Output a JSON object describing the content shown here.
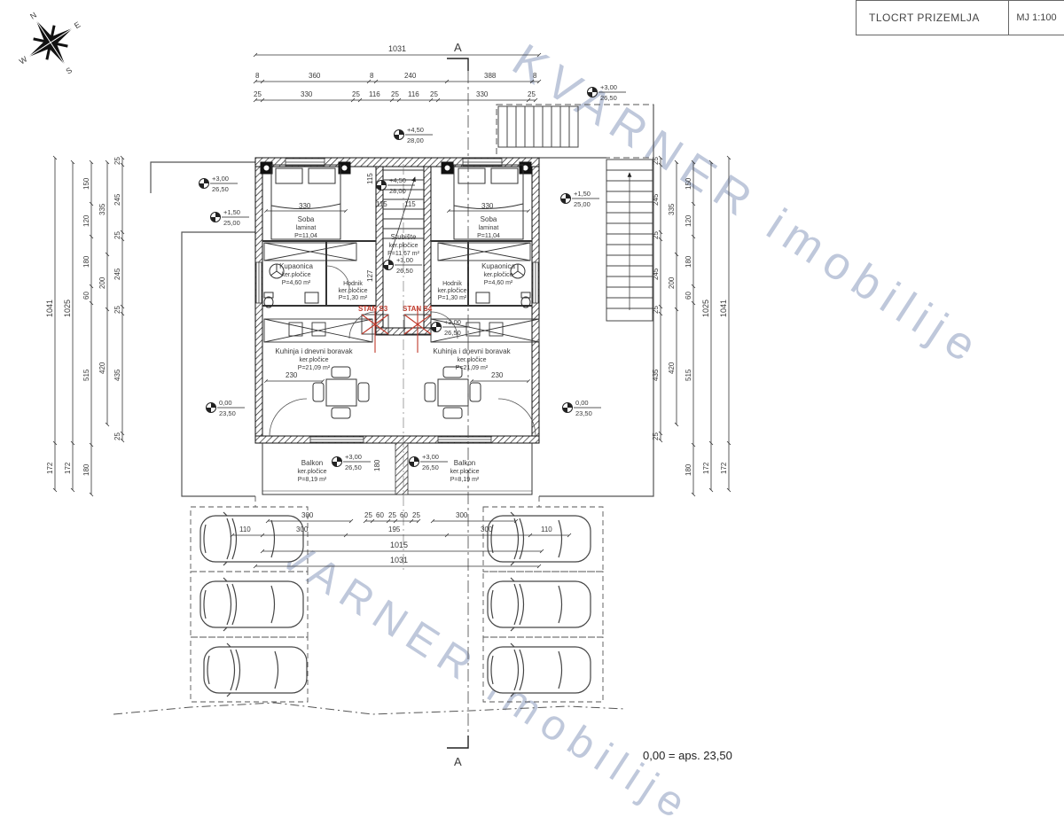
{
  "title_block": {
    "title": "TLOCRT PRIZEMLJA",
    "scale": "MJ 1:100"
  },
  "compass": {
    "n": "N",
    "e": "E",
    "s": "S",
    "w": "W"
  },
  "watermark": {
    "text": "KVARNER imobilije"
  },
  "section": {
    "label": "A"
  },
  "note": "0,00 = aps. 23,50",
  "stans": {
    "s3": "STAN S3",
    "s4": "STAN S4"
  },
  "rooms": {
    "soba": {
      "name": "Soba",
      "floor": "laminat",
      "area": "P=11,04"
    },
    "kupaonica": {
      "name": "Kupaonica",
      "floor": "ker.pločice",
      "area": "P=4,60 m²"
    },
    "hodnik": {
      "name": "Hodnik",
      "floor": "ker.pločice",
      "area": "P=1,30 m²"
    },
    "kuhinja": {
      "name": "Kuhinja i dnevni boravak",
      "floor": "ker.pločice",
      "area": "P=21,09 m²"
    },
    "balkon": {
      "name": "Balkon",
      "floor": "ker.pločice",
      "area": "P=8,19 m²"
    },
    "stubiste": {
      "name": "Stubište",
      "floor": "ker.pločice",
      "area": "P=11,67 m²"
    }
  },
  "elevations": {
    "e450": {
      "rel": "+4,50",
      "abs": "28,00"
    },
    "e300": {
      "rel": "+3,00",
      "abs": "26,50"
    },
    "e150": {
      "rel": "+1,50",
      "abs": "25,00"
    },
    "e000": {
      "rel": "0,00",
      "abs": "23,50"
    }
  },
  "dims": {
    "top": {
      "total": "1031",
      "r2": [
        "8",
        "360",
        "8",
        "240",
        "388",
        "8"
      ],
      "r3": [
        "25",
        "330",
        "25",
        "116",
        "25",
        "116",
        "25",
        "330",
        "25"
      ]
    },
    "bottom": {
      "r1": [
        "300",
        "25",
        "60",
        "25",
        "60",
        "25",
        "300"
      ],
      "r2": [
        "110",
        "300",
        "195",
        "300",
        "110"
      ],
      "t1": "1015",
      "t2": "1031"
    },
    "left": {
      "outer": "1041",
      "inner": "1025",
      "foot": "172",
      "c3": [
        "150",
        "120",
        "180",
        "60",
        "515",
        "180"
      ],
      "c4": [
        "335",
        "200",
        "420"
      ],
      "c5": [
        "25",
        "245",
        "25",
        "245",
        "25",
        "435",
        "25"
      ]
    },
    "right": {
      "outer": "1041",
      "inner": "1025",
      "foot": "172",
      "c3": [
        "150",
        "120",
        "180",
        "60",
        "515",
        "180"
      ],
      "c4": [
        "335",
        "200",
        "420"
      ],
      "c5": [
        "25",
        "245",
        "25",
        "245",
        "25",
        "435",
        "25"
      ]
    },
    "interior": {
      "soba_w": "330",
      "hall_a": "115",
      "hall_b": "115",
      "stair_h": "127",
      "stair_v": "115",
      "kuhinja_w": "230",
      "balkon_d": "180"
    }
  }
}
